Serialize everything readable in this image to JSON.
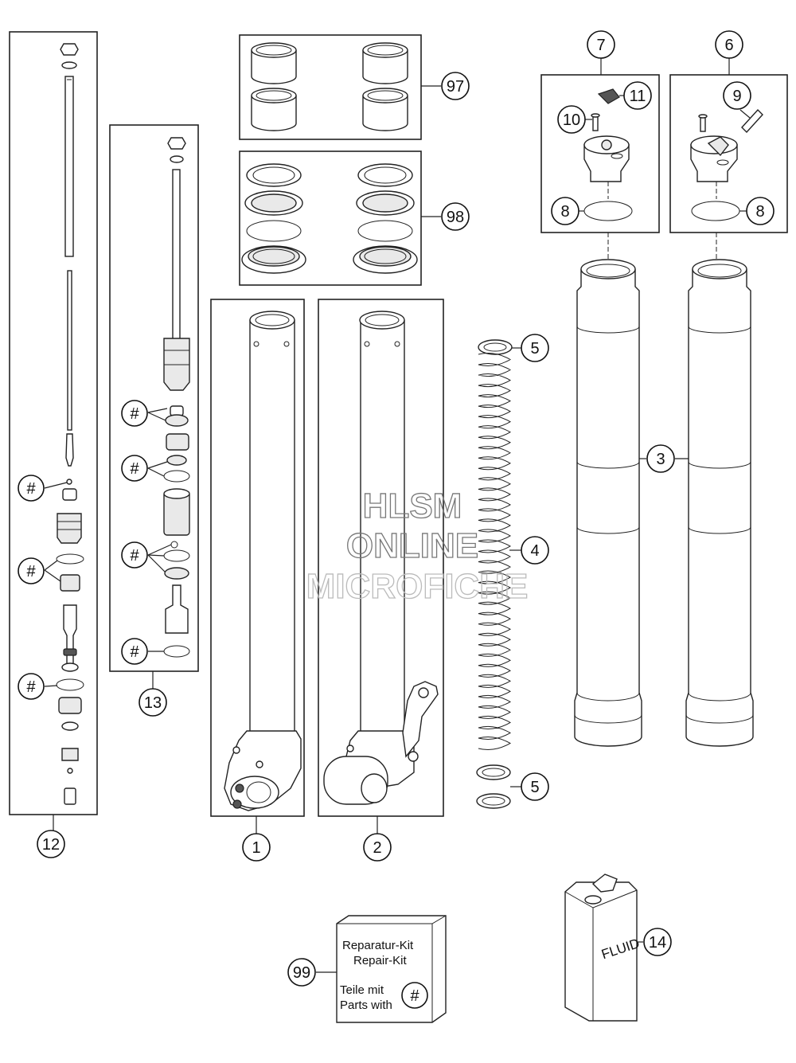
{
  "callouts": {
    "c1": "1",
    "c2": "2",
    "c3": "3",
    "c4": "4",
    "c5a": "5",
    "c5b": "5",
    "c6": "6",
    "c7": "7",
    "c8a": "8",
    "c8b": "8",
    "c9": "9",
    "c10": "10",
    "c11": "11",
    "c12": "12",
    "c13": "13",
    "c14": "14",
    "c97": "97",
    "c98": "98",
    "c99": "99"
  },
  "hash_marker": "#",
  "kit": {
    "line1": "Reparatur-Kit",
    "line2": "Repair-Kit",
    "line3": "Teile mit",
    "line4": "Parts with"
  },
  "fluid_label": "FLUID",
  "watermark": {
    "line1": "HLSM",
    "line2": "ONLINE",
    "line3": "MICROFICHE"
  }
}
